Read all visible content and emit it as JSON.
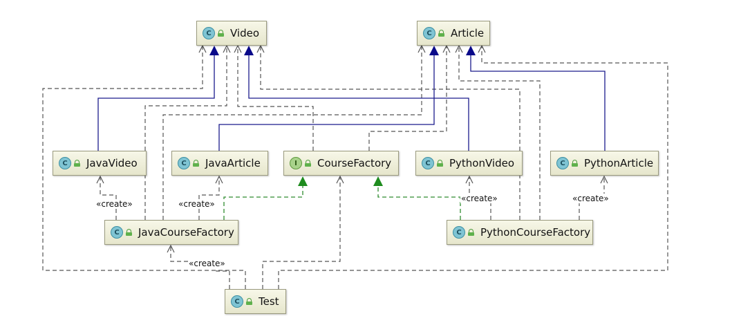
{
  "classes": {
    "video": {
      "name": "Video",
      "kind": "C"
    },
    "article": {
      "name": "Article",
      "kind": "C"
    },
    "java_video": {
      "name": "JavaVideo",
      "kind": "C"
    },
    "java_article": {
      "name": "JavaArticle",
      "kind": "C"
    },
    "course_factory": {
      "name": "CourseFactory",
      "kind": "I"
    },
    "python_video": {
      "name": "PythonVideo",
      "kind": "C"
    },
    "python_article": {
      "name": "PythonArticle",
      "kind": "C"
    },
    "java_course_factory": {
      "name": "JavaCourseFactory",
      "kind": "C"
    },
    "python_course_factory": {
      "name": "PythonCourseFactory",
      "kind": "C"
    },
    "test": {
      "name": "Test",
      "kind": "C"
    }
  },
  "labels": {
    "create_java_video": "«create»",
    "create_java_article": "«create»",
    "create_python_video": "«create»",
    "create_python_article": "«create»",
    "create_java_factory": "«create»"
  },
  "colors": {
    "inheritance": "#1a1a8c",
    "realization": "#2e8b2e",
    "dependency": "#555555"
  }
}
